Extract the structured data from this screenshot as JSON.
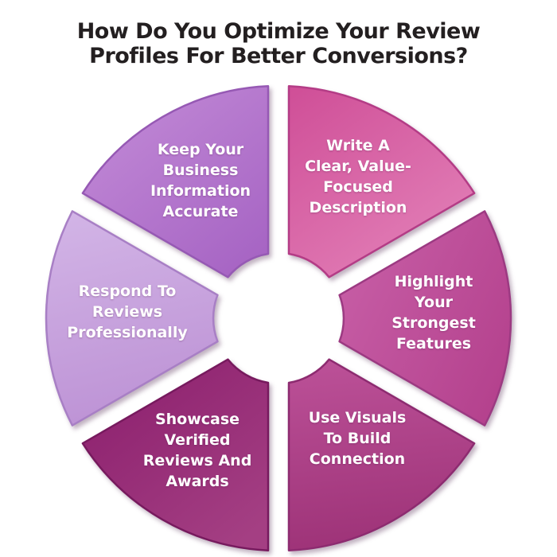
{
  "title": {
    "text": "How Do You Optimize Your Review\nProfiles For Better Conversions?",
    "color": "#231f20"
  },
  "background_color": "#ffffff",
  "label_text_color": "#ffffff",
  "segments": [
    {
      "id": "write-clear-description",
      "label": "Write A\nClear, Value-\nFocused\nDescription",
      "color_start": "#cf4e97",
      "color_end": "#e27fb7",
      "stroke": "#b43c86"
    },
    {
      "id": "highlight-strongest-features",
      "label": "Highlight\nYour\nStrongest\nFeatures",
      "color_start": "#c75ea6",
      "color_end": "#b4418d",
      "stroke": "#9c3a82"
    },
    {
      "id": "use-visuals-connection",
      "label": "Use Visuals\nTo Build\nConnection",
      "color_start": "#bb5097",
      "color_end": "#9d3277",
      "stroke": "#8d2b70"
    },
    {
      "id": "showcase-verified-reviews",
      "label": "Showcase\nVerified\nReviews And\nAwards",
      "color_start": "#8a1d6c",
      "color_end": "#a43f83",
      "stroke": "#771a5e"
    },
    {
      "id": "respond-professionally",
      "label": "Respond To\nReviews\nProfessionally",
      "color_start": "#d2b4e6",
      "color_end": "#bd92d5",
      "stroke": "#a87fc5"
    },
    {
      "id": "keep-business-info-accurate",
      "label": "Keep Your\nBusiness\nInformation\nAccurate",
      "color_start": "#c48dd8",
      "color_end": "#a765c4",
      "stroke": "#9659b4"
    }
  ]
}
